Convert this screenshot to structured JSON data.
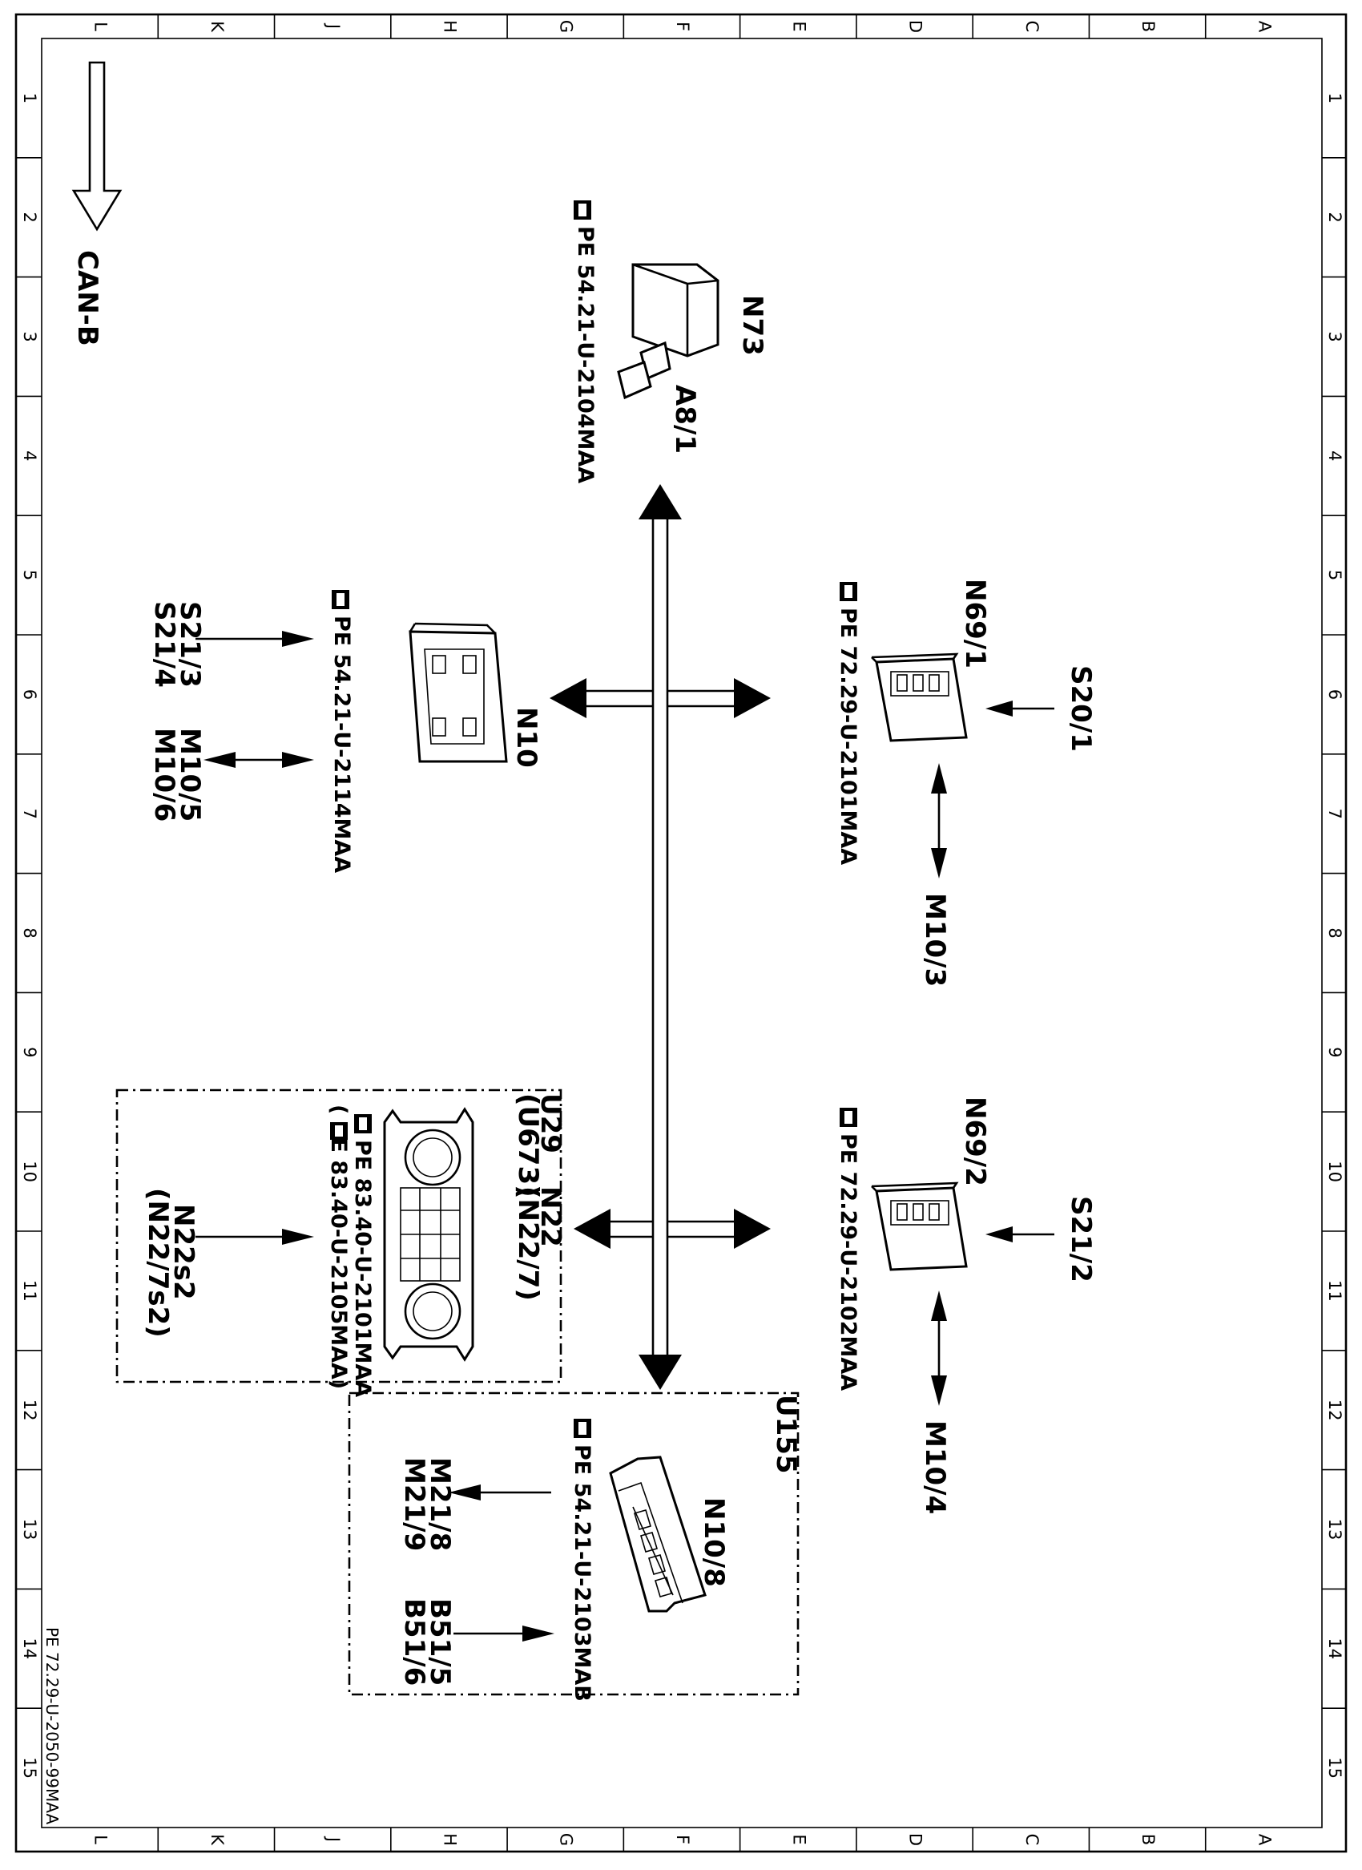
{
  "sheet": {
    "grid_letters": [
      "L",
      "K",
      "J",
      "H",
      "G",
      "F",
      "E",
      "D",
      "C",
      "B",
      "A"
    ],
    "grid_numbers": [
      "1",
      "2",
      "3",
      "4",
      "5",
      "6",
      "7",
      "8",
      "9",
      "10",
      "11",
      "12",
      "13",
      "14",
      "15"
    ],
    "footer_ref": "PE 72.29-U-2050-99MAA"
  },
  "bus": {
    "label": "CAN-B"
  },
  "components": {
    "n73": {
      "id": "N73",
      "sub": "A8/1",
      "ref": "PE  54.21-U-2104MAA"
    },
    "n10": {
      "id": "N10",
      "ref": "PE  54.21-U-2114MAA",
      "in": [
        "S21/3",
        "S21/4"
      ],
      "bidir": [
        "M10/5",
        "M10/6"
      ]
    },
    "n69_1": {
      "id": "N69/1",
      "ref": "PE  72.29-U-2101MAA",
      "in": "S20/1",
      "bidir": "M10/3"
    },
    "n69_2": {
      "id": "N69/2",
      "ref": "PE  72.29-U-2102MAA",
      "in": "S21/2",
      "bidir": "M10/4"
    },
    "n22": {
      "group": "U29",
      "group_alt": "(U673)",
      "id": "N22",
      "id_alt": "(N22/7)",
      "ref": "PE  83.40-U-2101MAA",
      "ref_alt": "(     PE  83.40-U-2105MAA)",
      "in": "N22s2",
      "in_alt": "(N22/7s2)"
    },
    "n10_8": {
      "group": "U155",
      "id": "N10/8",
      "ref": "PE  54.21-U-2103MAB",
      "out": [
        "M21/8",
        "M21/9"
      ],
      "in": [
        "B51/5",
        "B51/6"
      ]
    }
  }
}
